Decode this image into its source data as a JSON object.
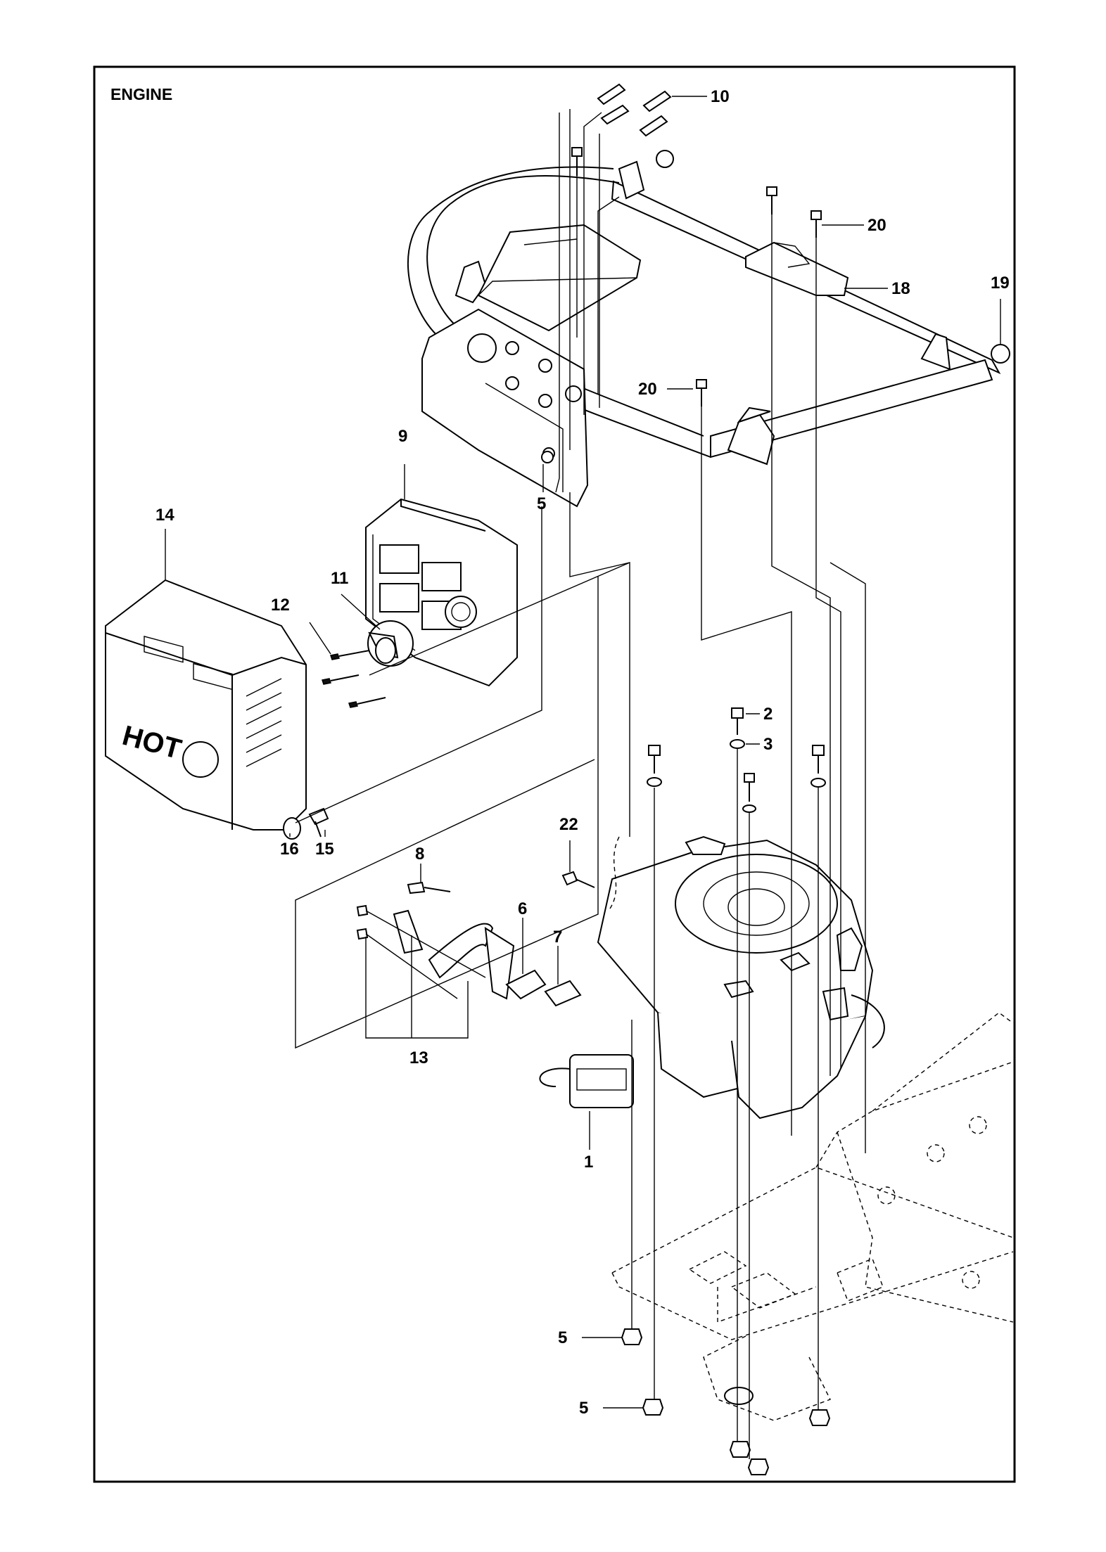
{
  "diagram": {
    "title": "ENGINE",
    "callouts": [
      {
        "id": "c10",
        "label": "10"
      },
      {
        "id": "c20a",
        "label": "20"
      },
      {
        "id": "c18",
        "label": "18"
      },
      {
        "id": "c19",
        "label": "19"
      },
      {
        "id": "c20b",
        "label": "20"
      },
      {
        "id": "c9",
        "label": "9"
      },
      {
        "id": "c5a",
        "label": "5"
      },
      {
        "id": "c14",
        "label": "14"
      },
      {
        "id": "c11",
        "label": "11"
      },
      {
        "id": "c12",
        "label": "12"
      },
      {
        "id": "c2",
        "label": "2"
      },
      {
        "id": "c3",
        "label": "3"
      },
      {
        "id": "c16",
        "label": "16"
      },
      {
        "id": "c15",
        "label": "15"
      },
      {
        "id": "c22",
        "label": "22"
      },
      {
        "id": "c8",
        "label": "8"
      },
      {
        "id": "c6",
        "label": "6"
      },
      {
        "id": "c7",
        "label": "7"
      },
      {
        "id": "c13",
        "label": "13"
      },
      {
        "id": "c1",
        "label": "1"
      },
      {
        "id": "c5b",
        "label": "5"
      },
      {
        "id": "c5c",
        "label": "5"
      }
    ],
    "heat_shield_marking": "HOT"
  }
}
